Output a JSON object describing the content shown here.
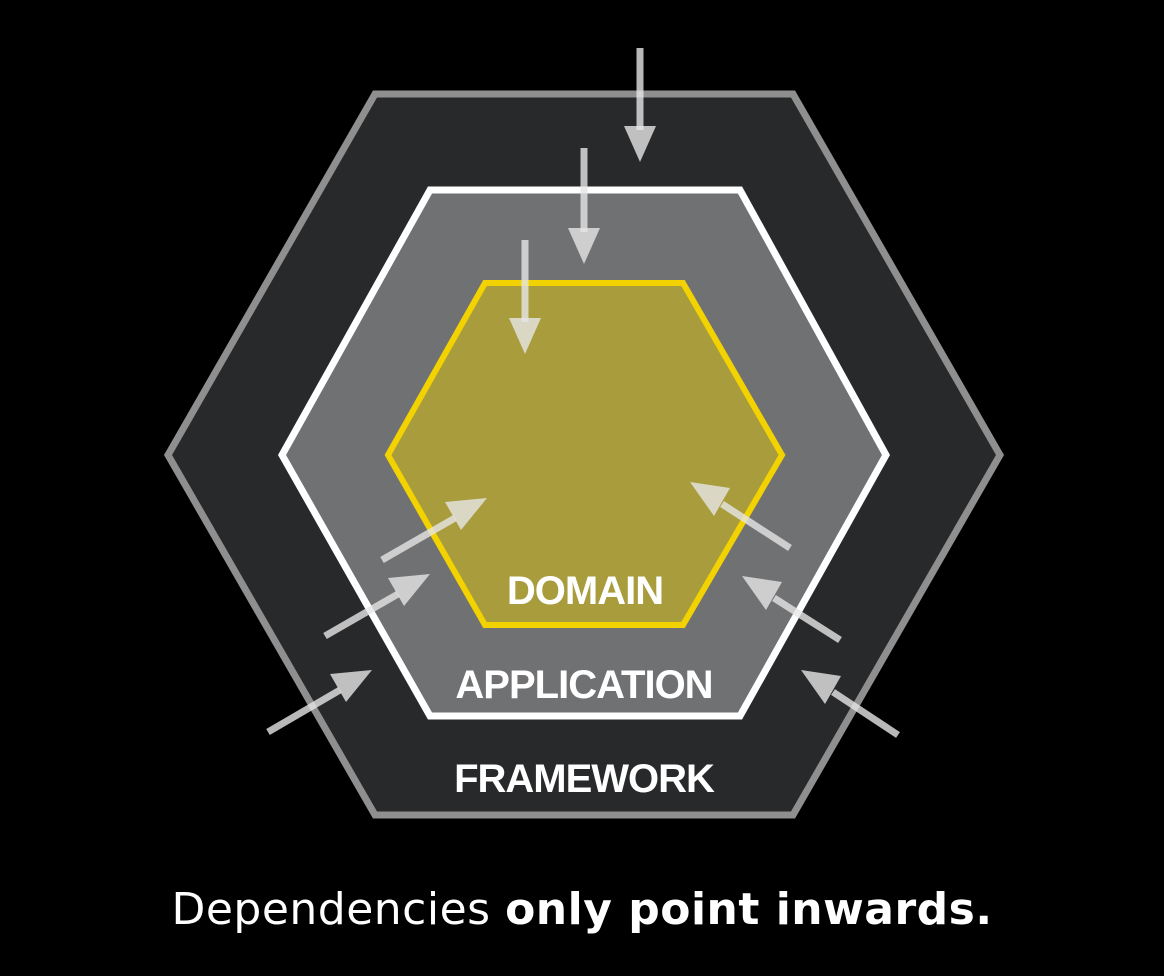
{
  "layers": {
    "framework": {
      "label": "FRAMEWORK"
    },
    "application": {
      "label": "APPLICATION"
    },
    "domain": {
      "label": "DOMAIN"
    }
  },
  "caption": {
    "regular": "Dependencies ",
    "bold": "only point inwards."
  },
  "colors": {
    "background": "#000000",
    "framework_fill": "#28292b",
    "framework_stroke": "#8f8f8f",
    "application_fill": "#707173",
    "application_stroke": "#ffffff",
    "domain_fill": "#a89c3d",
    "domain_stroke": "#f2d200",
    "arrow": "#e6e6e6"
  }
}
